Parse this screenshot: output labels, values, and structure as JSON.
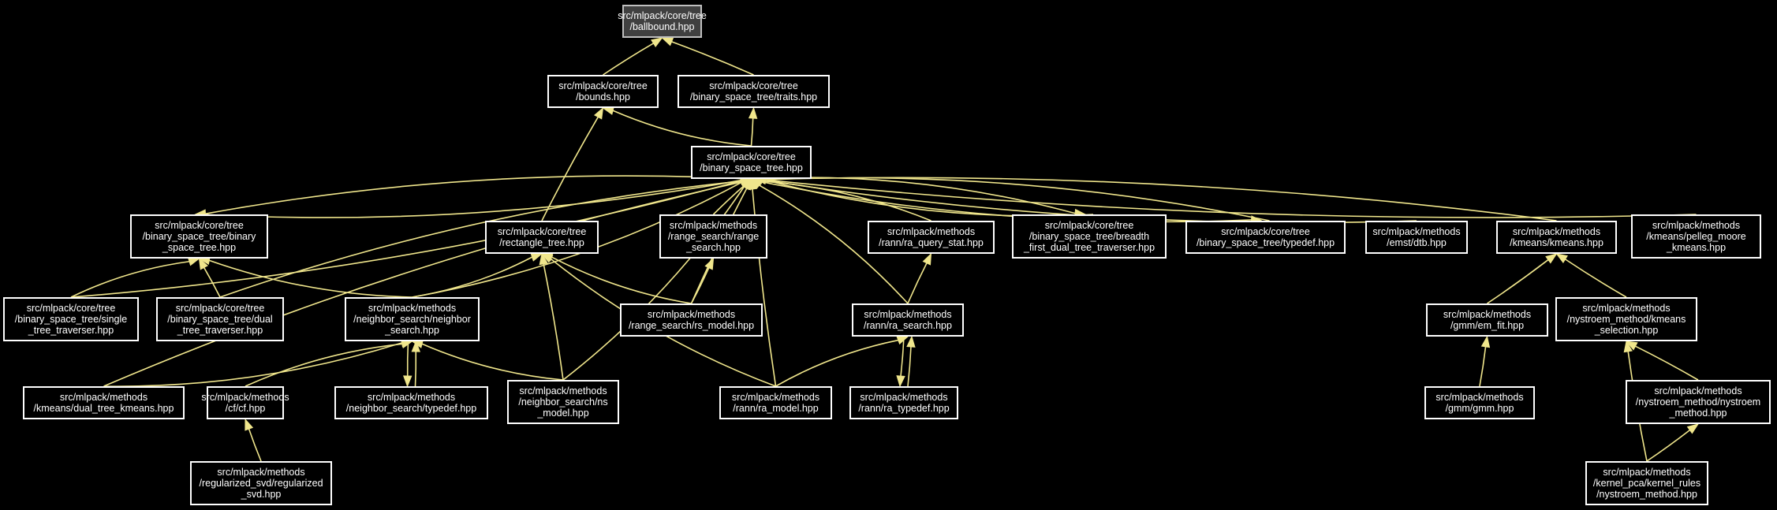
{
  "colors": {
    "edge": "#F0E68C",
    "background": "#000000",
    "root_fill": "#404040",
    "node_text": "#FFFFFF"
  },
  "nodes": [
    {
      "id": "n0",
      "name": "node-ballbound",
      "lines": [
        "src/mlpack/core/tree",
        "/ballbound.hpp"
      ],
      "root": true
    },
    {
      "id": "n1",
      "name": "node-bounds",
      "lines": [
        "src/mlpack/core/tree",
        "/bounds.hpp"
      ]
    },
    {
      "id": "n2",
      "name": "node-binary-space-tree-traits",
      "lines": [
        "src/mlpack/core/tree",
        "/binary_space_tree/traits.hpp"
      ]
    },
    {
      "id": "n3",
      "name": "node-binary-space-tree",
      "lines": [
        "src/mlpack/core/tree",
        "/binary_space_tree.hpp"
      ]
    },
    {
      "id": "n4",
      "name": "node-binary-space-tree-binary-space-tree",
      "lines": [
        "src/mlpack/core/tree",
        "/binary_space_tree/binary",
        "_space_tree.hpp"
      ]
    },
    {
      "id": "n5",
      "name": "node-rectangle-tree",
      "lines": [
        "src/mlpack/core/tree",
        "/rectangle_tree.hpp"
      ]
    },
    {
      "id": "n6",
      "name": "node-range-search",
      "lines": [
        "src/mlpack/methods",
        "/range_search/range",
        "_search.hpp"
      ]
    },
    {
      "id": "n7",
      "name": "node-ra-query-stat",
      "lines": [
        "src/mlpack/methods",
        "/rann/ra_query_stat.hpp"
      ]
    },
    {
      "id": "n8",
      "name": "node-breadth-first-dual-tree-traverser",
      "lines": [
        "src/mlpack/core/tree",
        "/binary_space_tree/breadth",
        "_first_dual_tree_traverser.hpp"
      ]
    },
    {
      "id": "n9",
      "name": "node-binary-space-tree-typedef",
      "lines": [
        "src/mlpack/core/tree",
        "/binary_space_tree/typedef.hpp"
      ]
    },
    {
      "id": "n10",
      "name": "node-emst-dtb",
      "lines": [
        "src/mlpack/methods",
        "/emst/dtb.hpp"
      ]
    },
    {
      "id": "n11",
      "name": "node-kmeans",
      "lines": [
        "src/mlpack/methods",
        "/kmeans/kmeans.hpp"
      ]
    },
    {
      "id": "n12",
      "name": "node-pelleg-moore-kmeans",
      "lines": [
        "src/mlpack/methods",
        "/kmeans/pelleg_moore",
        "_kmeans.hpp"
      ]
    },
    {
      "id": "n13",
      "name": "node-single-tree-traverser",
      "lines": [
        "src/mlpack/core/tree",
        "/binary_space_tree/single",
        "_tree_traverser.hpp"
      ]
    },
    {
      "id": "n14",
      "name": "node-dual-tree-traverser",
      "lines": [
        "src/mlpack/core/tree",
        "/binary_space_tree/dual",
        "_tree_traverser.hpp"
      ]
    },
    {
      "id": "n15",
      "name": "node-neighbor-search",
      "lines": [
        "src/mlpack/methods",
        "/neighbor_search/neighbor",
        "_search.hpp"
      ]
    },
    {
      "id": "n16",
      "name": "node-rs-model",
      "lines": [
        "src/mlpack/methods",
        "/range_search/rs_model.hpp"
      ]
    },
    {
      "id": "n17",
      "name": "node-ra-search",
      "lines": [
        "src/mlpack/methods",
        "/rann/ra_search.hpp"
      ]
    },
    {
      "id": "n18",
      "name": "node-em-fit",
      "lines": [
        "src/mlpack/methods",
        "/gmm/em_fit.hpp"
      ]
    },
    {
      "id": "n19",
      "name": "node-kmeans-selection",
      "lines": [
        "src/mlpack/methods",
        "/nystroem_method/kmeans",
        "_selection.hpp"
      ]
    },
    {
      "id": "n20",
      "name": "node-dual-tree-kmeans",
      "lines": [
        "src/mlpack/methods",
        "/kmeans/dual_tree_kmeans.hpp"
      ]
    },
    {
      "id": "n21",
      "name": "node-cf",
      "lines": [
        "src/mlpack/methods",
        "/cf/cf.hpp"
      ]
    },
    {
      "id": "n22",
      "name": "node-neighbor-search-typedef",
      "lines": [
        "src/mlpack/methods",
        "/neighbor_search/typedef.hpp"
      ]
    },
    {
      "id": "n23",
      "name": "node-ns-model",
      "lines": [
        "src/mlpack/methods",
        "/neighbor_search/ns",
        "_model.hpp"
      ]
    },
    {
      "id": "n24",
      "name": "node-ra-model",
      "lines": [
        "src/mlpack/methods",
        "/rann/ra_model.hpp"
      ]
    },
    {
      "id": "n25",
      "name": "node-ra-typedef",
      "lines": [
        "src/mlpack/methods",
        "/rann/ra_typedef.hpp"
      ]
    },
    {
      "id": "n26",
      "name": "node-gmm",
      "lines": [
        "src/mlpack/methods",
        "/gmm/gmm.hpp"
      ]
    },
    {
      "id": "n27",
      "name": "node-nystroem-method",
      "lines": [
        "src/mlpack/methods",
        "/nystroem_method/nystroem",
        "_method.hpp"
      ]
    },
    {
      "id": "n28",
      "name": "node-regularized-svd",
      "lines": [
        "src/mlpack/methods",
        "/regularized_svd/regularized",
        "_svd.hpp"
      ]
    },
    {
      "id": "n29",
      "name": "node-kernel-rules-nystroem-method",
      "lines": [
        "src/mlpack/methods",
        "/kernel_pca/kernel_rules",
        "/nystroem_method.hpp"
      ]
    }
  ],
  "edges": [
    [
      "n1",
      "n0"
    ],
    [
      "n2",
      "n0"
    ],
    [
      "n3",
      "n1"
    ],
    [
      "n3",
      "n2"
    ],
    [
      "n5",
      "n1"
    ],
    [
      "n4",
      "n3"
    ],
    [
      "n6",
      "n3"
    ],
    [
      "n7",
      "n3"
    ],
    [
      "n8",
      "n3"
    ],
    [
      "n9",
      "n3"
    ],
    [
      "n10",
      "n3"
    ],
    [
      "n11",
      "n3"
    ],
    [
      "n12",
      "n3"
    ],
    [
      "n13",
      "n3"
    ],
    [
      "n14",
      "n3"
    ],
    [
      "n15",
      "n3"
    ],
    [
      "n16",
      "n3"
    ],
    [
      "n17",
      "n3"
    ],
    [
      "n20",
      "n3"
    ],
    [
      "n23",
      "n3"
    ],
    [
      "n24",
      "n3"
    ],
    [
      "n3",
      "n4"
    ],
    [
      "n3",
      "n8"
    ],
    [
      "n3",
      "n9"
    ],
    [
      "n13",
      "n4"
    ],
    [
      "n14",
      "n4"
    ],
    [
      "n15",
      "n4"
    ],
    [
      "n15",
      "n5"
    ],
    [
      "n16",
      "n5"
    ],
    [
      "n23",
      "n5"
    ],
    [
      "n24",
      "n5"
    ],
    [
      "n16",
      "n6"
    ],
    [
      "n17",
      "n7"
    ],
    [
      "n20",
      "n15"
    ],
    [
      "n21",
      "n15"
    ],
    [
      "n22",
      "n15"
    ],
    [
      "n23",
      "n15"
    ],
    [
      "n15",
      "n22"
    ],
    [
      "n24",
      "n17"
    ],
    [
      "n25",
      "n17"
    ],
    [
      "n17",
      "n25"
    ],
    [
      "n18",
      "n11"
    ],
    [
      "n19",
      "n11"
    ],
    [
      "n26",
      "n18"
    ],
    [
      "n28",
      "n21"
    ],
    [
      "n27",
      "n19"
    ],
    [
      "n29",
      "n19"
    ],
    [
      "n29",
      "n27"
    ]
  ]
}
